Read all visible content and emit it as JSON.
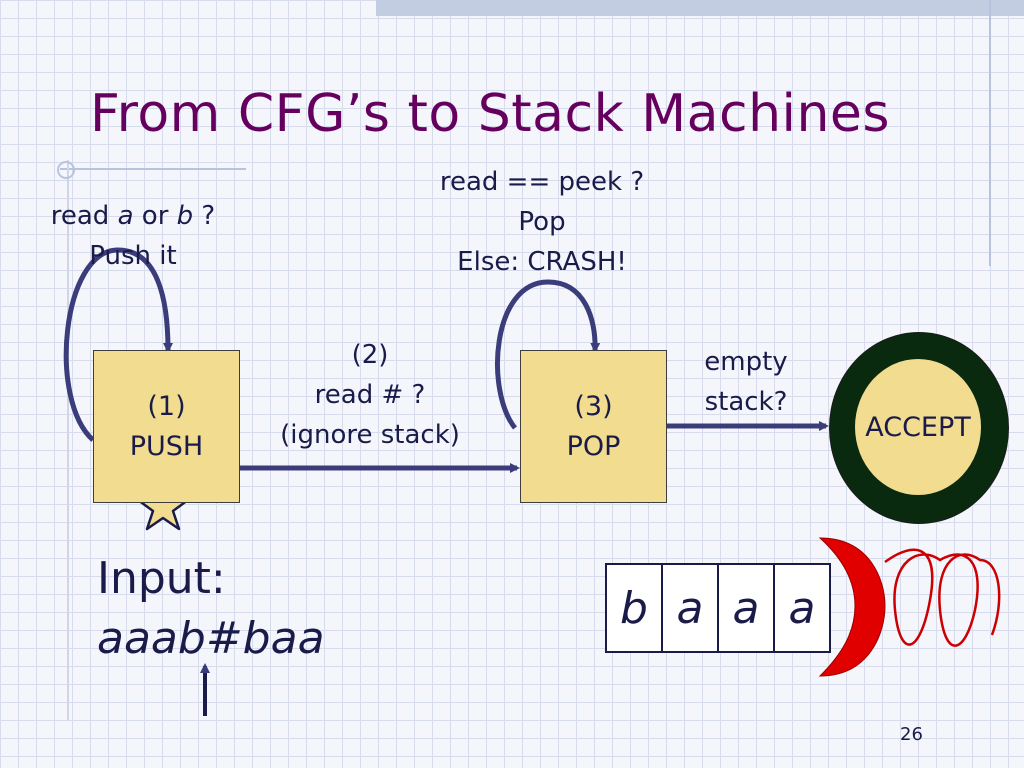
{
  "title": "From CFG’s to Stack Machines",
  "push_loop_label": {
    "line1": {
      "pre": "read ",
      "a": "a",
      "mid": " or ",
      "b": "b",
      "post": " ?"
    },
    "line2": "Push it"
  },
  "pop_loop_label": [
    "read == peek ?",
    "Pop",
    "Else:  CRASH!"
  ],
  "transition_label": [
    "(2)",
    "read # ?",
    "(ignore stack)"
  ],
  "accept_transition_label": [
    "empty",
    "stack?"
  ],
  "nodes": {
    "push": {
      "number": "(1)",
      "name": "PUSH"
    },
    "pop": {
      "number": "(3)",
      "name": "POP"
    },
    "accept": {
      "name": "ACCEPT"
    }
  },
  "input": {
    "label": "Input:",
    "value": "aaab#baa"
  },
  "tape": [
    "b",
    "a",
    "a",
    "a"
  ],
  "page_number": "26",
  "colors": {
    "title": "#66005e",
    "text": "#1b1b4a",
    "state_fill": "#f1dc8f",
    "accept_ring": "#0a2a10",
    "arrow": "#3a3d7a",
    "stack_head": "#e00000",
    "spring": "#cc0000"
  }
}
